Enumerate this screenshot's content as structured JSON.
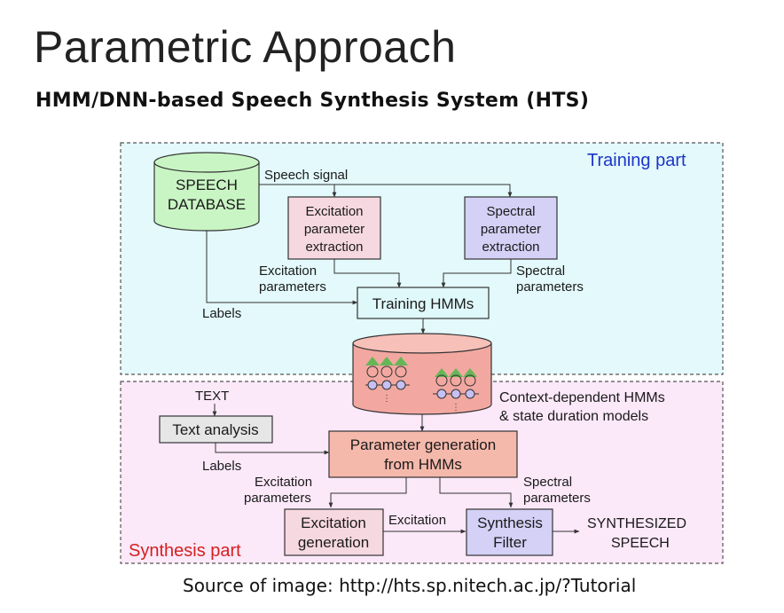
{
  "slide": {
    "title": "Parametric Approach",
    "subtitle": "HMM/DNN-based Speech Synthesis System (HTS)",
    "caption": "Source of image: http://hts.sp.nitech.ac.jp/?Tutorial"
  },
  "diagram": {
    "training_label": "Training part",
    "synthesis_label": "Synthesis part",
    "speech_database": [
      "SPEECH",
      "DATABASE"
    ],
    "speech_signal": "Speech signal",
    "excitation_extraction": [
      "Excitation",
      "parameter",
      "extraction"
    ],
    "spectral_extraction": [
      "Spectral",
      "parameter",
      "extraction"
    ],
    "excitation_parameters_top": [
      "Excitation",
      "parameters"
    ],
    "spectral_parameters_top": [
      "Spectral",
      "parameters"
    ],
    "labels_top": "Labels",
    "training_hmms": "Training HMMs",
    "context_models": [
      "Context-dependent HMMs",
      "& state duration models"
    ],
    "text_input": "TEXT",
    "text_analysis": "Text analysis",
    "labels_bottom": "Labels",
    "parameter_generation": [
      "Parameter generation",
      "from HMMs"
    ],
    "excitation_parameters_bottom": [
      "Excitation",
      "parameters"
    ],
    "spectral_parameters_bottom": [
      "Spectral",
      "parameters"
    ],
    "excitation_generation": [
      "Excitation",
      "generation"
    ],
    "excitation_signal": "Excitation",
    "synthesis_filter": [
      "Synthesis",
      "Filter"
    ],
    "output": [
      "SYNTHESIZED",
      "SPEECH"
    ]
  },
  "colors": {
    "training_bg": "#e3f9fb",
    "synthesis_bg": "#fbe8f9",
    "database_fill": "#c9f5c4",
    "excitation_box": "#f6d8e0",
    "spectral_box": "#d4d0f6",
    "training_hmms_box": "#dff8fa",
    "model_db_fill": "#f2a8a0",
    "text_analysis_box": "#e6e6e6",
    "param_gen_box": "#f5b9ac",
    "synthesis_filter_box": "#d4d0f6",
    "training_label_color": "#1c35c8",
    "synthesis_label_color": "#d42020"
  }
}
